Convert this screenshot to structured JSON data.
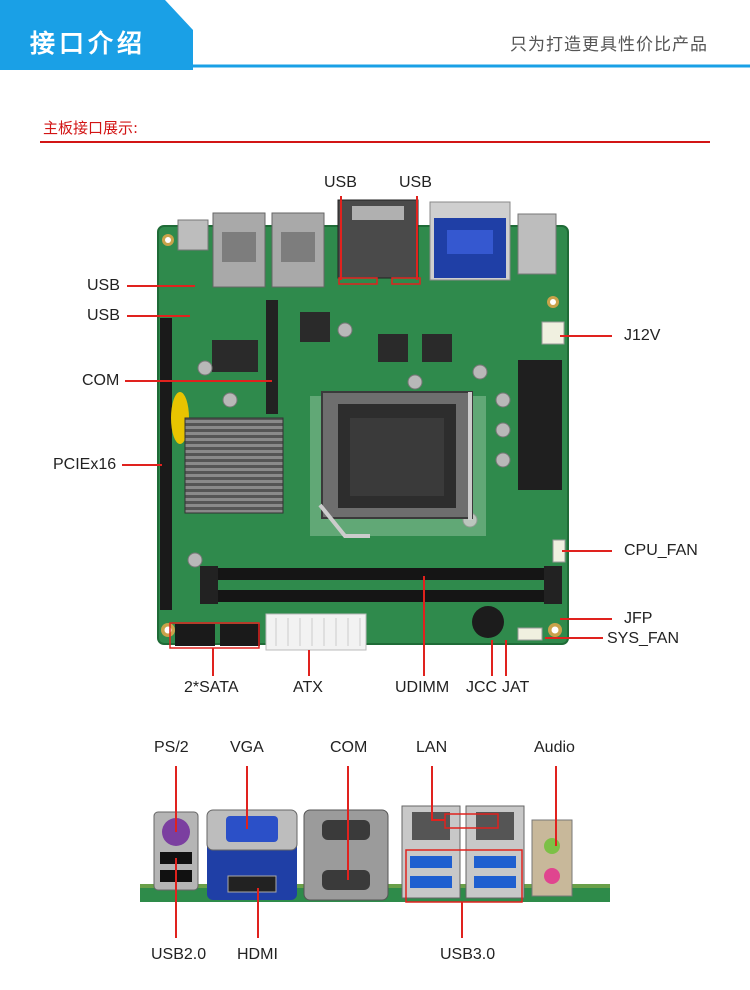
{
  "header": {
    "title": "接口介绍",
    "slogan": "只为打造更具性价比产品",
    "accent_color": "#1aa0e6"
  },
  "section": {
    "label": "主板接口展示:",
    "color": "#d21515"
  },
  "board": {
    "top_labels": [
      "USB",
      "USB"
    ],
    "left_labels": [
      "USB",
      "USB",
      "COM",
      "PCIEx16"
    ],
    "right_labels": [
      "J12V",
      "CPU_FAN",
      "JFP",
      "SYS_FAN"
    ],
    "bottom_labels": [
      "2*SATA",
      "ATX",
      "UDIMM",
      "JCC",
      "JAT"
    ],
    "pcb_color": "#2e8b4a"
  },
  "io_panel": {
    "top_labels": [
      "PS/2",
      "VGA",
      "COM",
      "LAN",
      "Audio"
    ],
    "bottom_labels": [
      "USB2.0",
      "HDMI",
      "USB3.0"
    ]
  }
}
